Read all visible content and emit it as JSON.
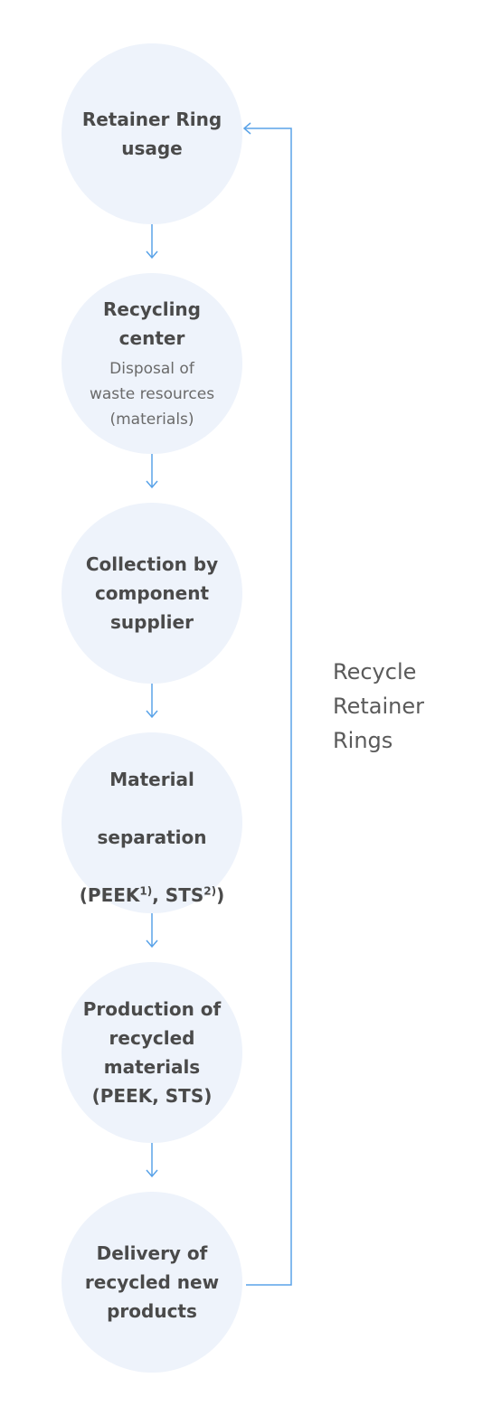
{
  "diagram": {
    "colors": {
      "node_fill": "#eef3fb",
      "arrow": "#5aa3e8",
      "title_text": "#4a4a4a",
      "sub_text": "#6a6a6a"
    },
    "nodes": [
      {
        "title": "Retainer Ring\nusage",
        "subtitle": ""
      },
      {
        "title": "Recycling center",
        "subtitle": "Disposal of\nwaste resources\n(materials)"
      },
      {
        "title": "Collection by\ncomponent\nsupplier",
        "subtitle": ""
      },
      {
        "title_line1": "Material",
        "title_line2": "separation",
        "title_line3_a": "(PEEK",
        "sup1": "1)",
        "title_line3_b": ", STS",
        "sup2": "2)",
        "title_line3_c": ")"
      },
      {
        "title": "Production of\nrecycled\nmaterials\n(PEEK, STS)",
        "subtitle": ""
      },
      {
        "title": "Delivery of\nrecycled new\nproducts",
        "subtitle": ""
      }
    ],
    "loop_label": "Recycle\nRetainer\nRings"
  }
}
